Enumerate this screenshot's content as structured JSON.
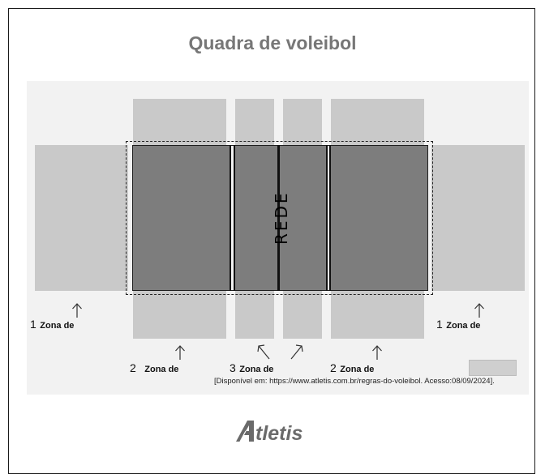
{
  "title": "Quadra de voleibol",
  "net_label": "REDE",
  "zones": [
    {
      "number": "1",
      "text": "Zona de"
    },
    {
      "number": "2",
      "text": "Zona de"
    },
    {
      "number": "3",
      "text": "Zona de"
    },
    {
      "number": "2",
      "text": "Zona de"
    },
    {
      "number": "1",
      "text": "Zona de"
    }
  ],
  "source": "[Disponível em: https://www.atletis.com.br/regras-do-voleibol. Acesso:08/09/2024].",
  "logo": "Atletis",
  "colors": {
    "light_zone": "#c9c9c9",
    "court": "#7d7d7d",
    "panel": "#f2f2f2",
    "title": "#777777"
  }
}
